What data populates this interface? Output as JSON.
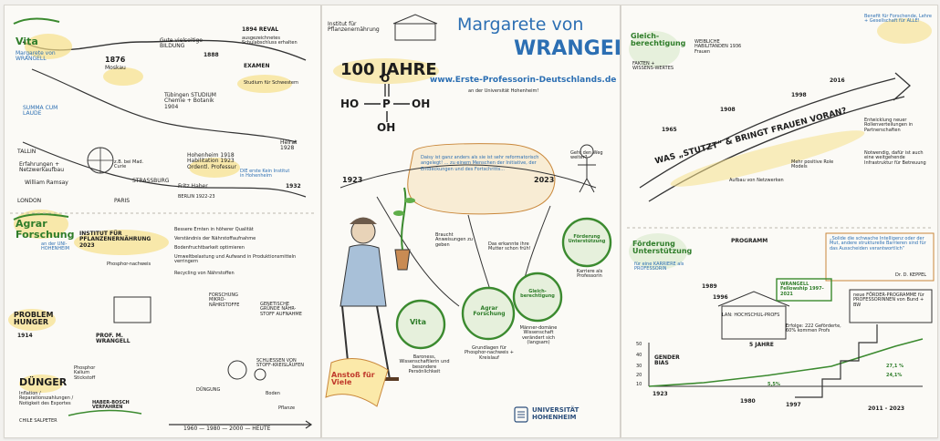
{
  "header": {
    "institute": "Institut für Pflanzenernährung",
    "name_first": "Margarete von",
    "name_last": "WRANGELL",
    "anniversary": "100 JAHRE",
    "url": "www.Erste-Professorin-Deutschlands.de",
    "subtitle": "an der Universität Hohenheim!"
  },
  "formula": {
    "ho_left": "HO",
    "p": "P",
    "oh_right": "OH",
    "oh_bottom": "OH",
    "o_top": "O"
  },
  "center": {
    "quote": "Daisy ist ganz anders als sie ist sehr reformatorisch angelegt! ... zu einem Menschen der Initiative, der Entdeckungen und des Fortschritts...",
    "year_left": "1923",
    "year_right": "2023",
    "bubble_right": "Geht den Weg weiter?",
    "anstoss": "Anstoß für Viele",
    "vita": "Vita",
    "agrar": "Agrar Forschung",
    "gleich": "Gleich-berechtigung",
    "foerderung": "Förderung Unterstützung",
    "sub_vita": "Baroness, Wissenschaftlerin und besondere Persönlichkeit",
    "sub_agrar": "Grundlagen für Phosphor-nachweis + Kreislauf",
    "sub_gleich": "Männer-domäne Wissenschaft verändert sich (langsam)",
    "sub_foerderung": "Karriere als Professorin",
    "note1": "Braucht Anweisungen zu geben",
    "note2": "Das erkannte ihre Mutter schon früh!",
    "university": "UNIVERSITÄT HOHENHEIM"
  },
  "left": {
    "vita_title": "Vita",
    "vita_name": "Margarete von WRANGELL",
    "y1876": "1876",
    "moskau": "Moskau",
    "bildung": "Gute vielseitige BILDUNG",
    "y1888": "1888",
    "y1894": "1894 REVAL",
    "schule": "ausgezeichnetes Schulabschluss erhalten",
    "examen": "EXAMEN",
    "tuebingen": "Tübingen STUDIUM Chemie + Botanik 1904",
    "summa": "SUMMA CUM LAUDE",
    "studium_fuer_alle": "Studium für Schwestern",
    "tallin": "TALLIN",
    "erfahrungen": "Erfahrungen + Netzwerkaufbau",
    "ramsay": "William Ramsay",
    "london": "LONDON",
    "curie": "z.B. bei Mad. Curie",
    "strassburg": "STRASSBURG",
    "paris": "PARIS",
    "hohenheim": "Hohenheim 1918 Habilitation 1923 Ordentl. Professur",
    "heirat": "Heirat 1928",
    "y1932": "1932",
    "haber": "Fritz Haber",
    "berlin": "BERLIN 1922-23",
    "die_erste": "DIE erste Kein Institut in Hohenheim",
    "agrar_title": "Agrar Forschung",
    "uni": "an der UNI-HOHENHEIM",
    "institut": "INSTITUT FÜR PFLANZENERNÄHRUNG 2023",
    "problem": "PROBLEM HUNGER",
    "y1914": "1914",
    "nachweis": "Phosphor-nachweis",
    "bullets": [
      "Bessere Ernten in höherer Qualität",
      "Verständnis der Nährstoffaufnahme",
      "Bodenfruchtbarkeit optimieren",
      "Umweltbelastung und Aufwand in Produktionsmitteln verringern",
      "Recycling von Nährstoffen"
    ],
    "mikro": "FORSCHUNG MIKRO-NÄHRSTOFFE",
    "genetik": "GENETISCHE GRÜNDE NÄHR-STOFF AUFNAHME",
    "wrangell": "PROF. M. WRANGELL",
    "duenger": "DÜNGER",
    "duenger_list": "Inflation / Reparationszahlungen / Notigkeit des Exportes",
    "phosphor_list": "Phosphor Kalium Stickstoff",
    "haber_bosch": "HABER-BOSCH VERFAHREN",
    "chile": "CHILE SALPETER",
    "timeline": "1960 — 1980 — 2000 — HEUTE",
    "kreislauf": "SCHLIESSEN VON STOFF-KREISLÄUFEN",
    "duengung": "DÜNGUNG",
    "boden": "Boden",
    "pflanze": "Pflanze"
  },
  "right": {
    "gleich_title": "Gleich-berechtigung",
    "fakten": "FAKTEN + WISSENS-WERTES",
    "hauptfrage": "WAS „STUTZT“ & BRINGT FRAUEN VORAN?",
    "beruf": "Benefit für Forschende, Lehre + Gesellschaft für ALLE!",
    "zahlen": "WEIBLICHE HABILITANDEN 1936 Frauen",
    "y1965": "1965",
    "y1908": "1908",
    "y1998": "1998",
    "y2016": "2016",
    "netzwerk": "Aufbau von Netzwerken",
    "vorbilder": "Mehr positive Role Models",
    "wendepunkt": "Entwicklung neuer Rollenverteilungen in Partnerschaften",
    "kinder": "Notwendig, dafür ist auch eine weitgehende Infrastruktur für Betreuung",
    "foerder_title": "Förderung Unterstützung",
    "karriere": "für eine KARRIERE als PROFESSORIN",
    "programm": "PROGRAMM",
    "y1989": "1989",
    "y1996": "1996",
    "programme": "neue FÖRDER-PROGRAMME für PROFESSORINNEN von Bund + BW",
    "wrangell_prog": "WRANGELL Fellowship 1997-2021",
    "erfolge": "Erfolge: 222 Geförderte, 60% kommen Profs",
    "jahre": "5 JAHRE",
    "lan": "LAN: HOCHSCHUL-PROFS",
    "gender": "GENDER BIAS",
    "y1923": "1923",
    "y1980": "1980",
    "y1997": "1997",
    "y2011": "2011 - 2023",
    "pct1": "27,1 %",
    "pct2": "24,1%",
    "pct3": "5,5%",
    "y50": "50",
    "y40": "40",
    "y30": "30",
    "y20": "20",
    "y10": "10",
    "quote": "„Solide die schwache Intelligenz oder der Mut, andere strukturelle Barrieren sind für das Ausscheiden verantwortlich“",
    "dr": "Dr. D. KEPPEL"
  }
}
